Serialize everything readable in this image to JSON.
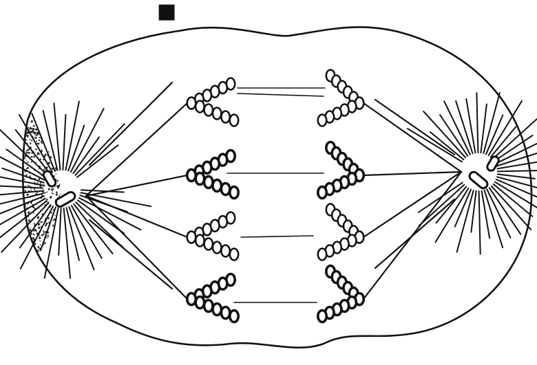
{
  "diagram": {
    "corner_mark": "■",
    "poles": [
      {
        "id": "left",
        "name": "left-pole"
      },
      {
        "id": "right",
        "name": "right-pole"
      }
    ],
    "chromosome_pairs": 4
  }
}
